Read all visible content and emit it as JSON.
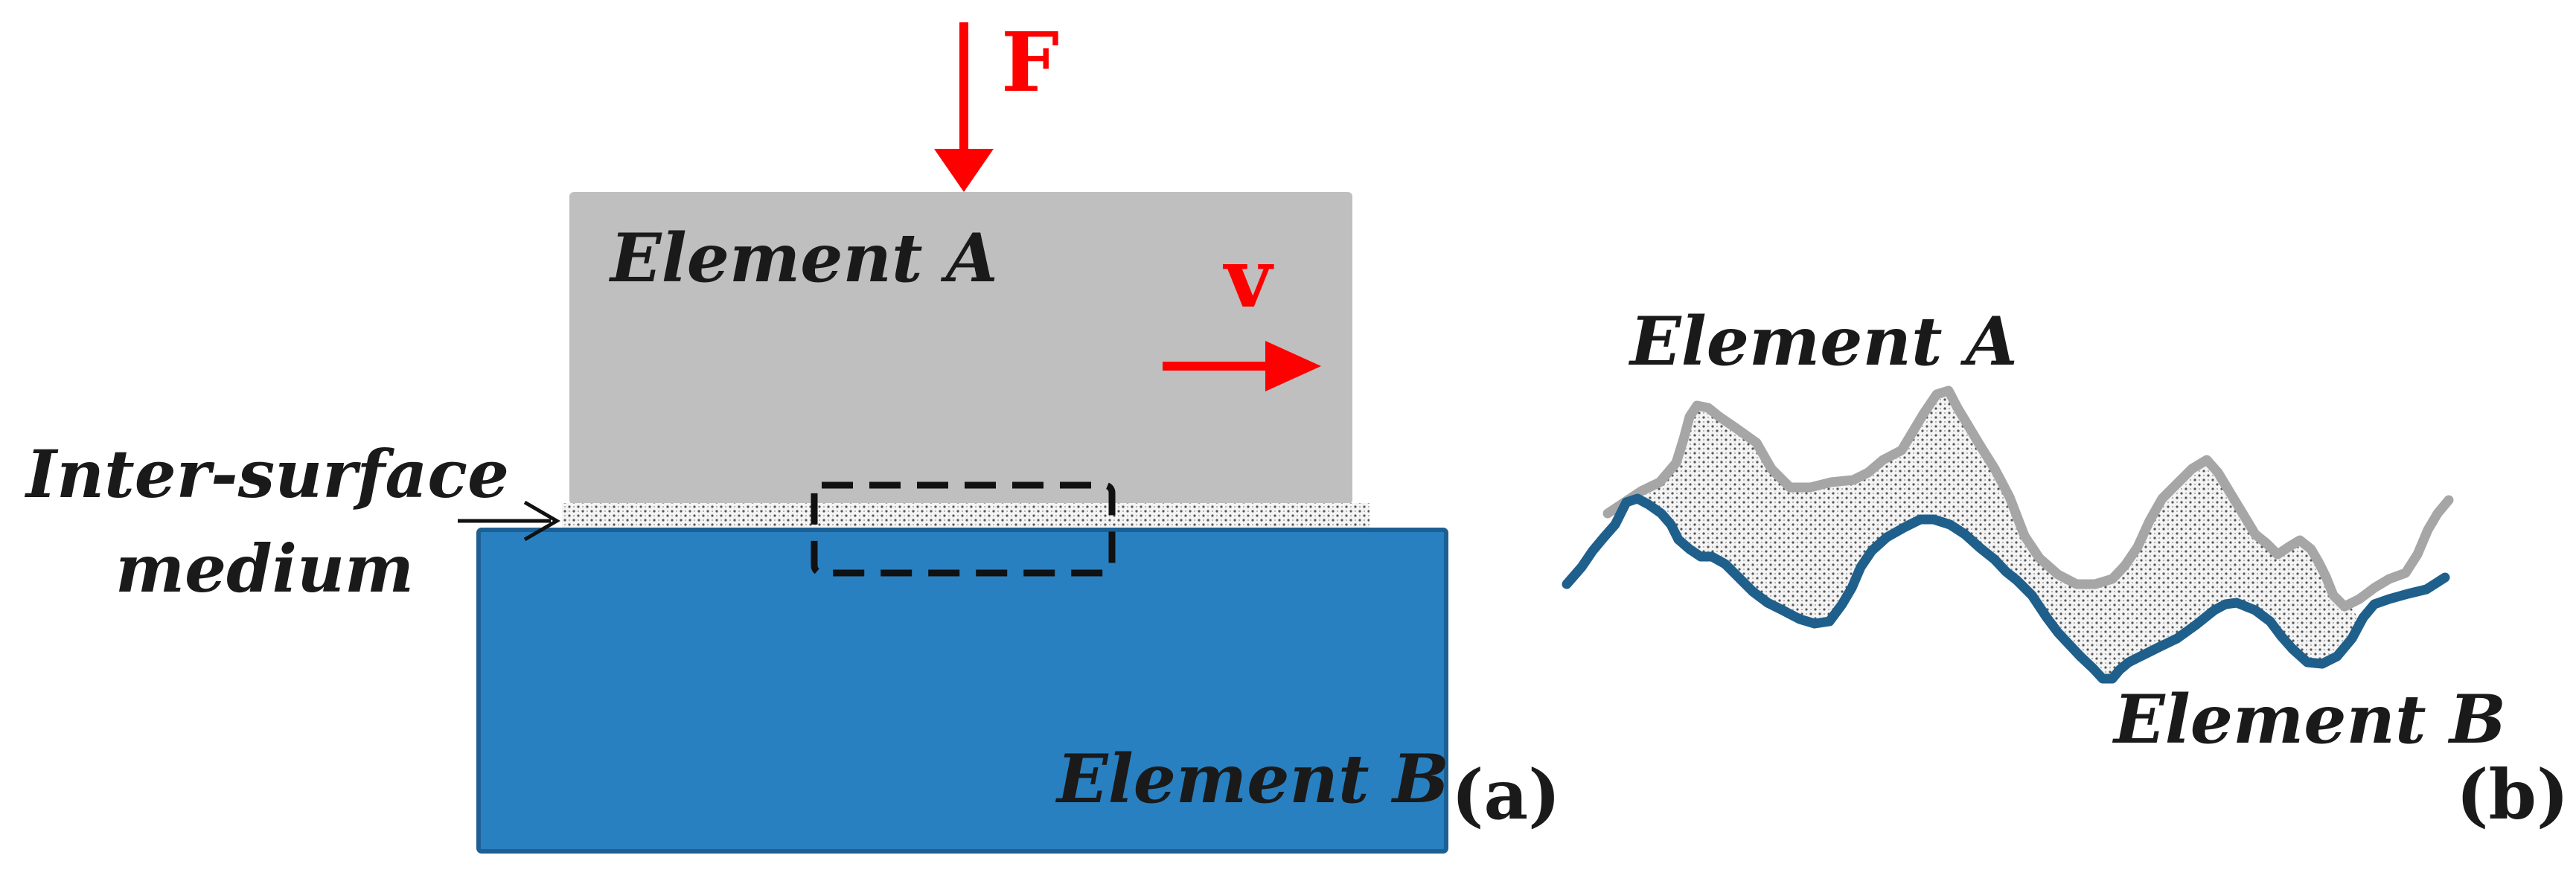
{
  "diagram": {
    "panel_a": {
      "force_label": "F",
      "velocity_label": "v",
      "element_a_label": "Element A",
      "element_b_label": "Element B",
      "medium_label_line1": "Inter-surface",
      "medium_label_line2": "medium",
      "panel_label": "(a)"
    },
    "panel_b": {
      "element_a_label": "Element A",
      "element_b_label": "Element B",
      "panel_label": "(b)"
    },
    "colors": {
      "element_a_fill": "#bfbfbf",
      "element_b_fill": "#2980c0",
      "element_b_border": "#1d5f92",
      "arrow_red": "#ff0000",
      "profile_a_stroke": "#a6a6a6",
      "profile_b_stroke": "#1f5f8b"
    }
  }
}
